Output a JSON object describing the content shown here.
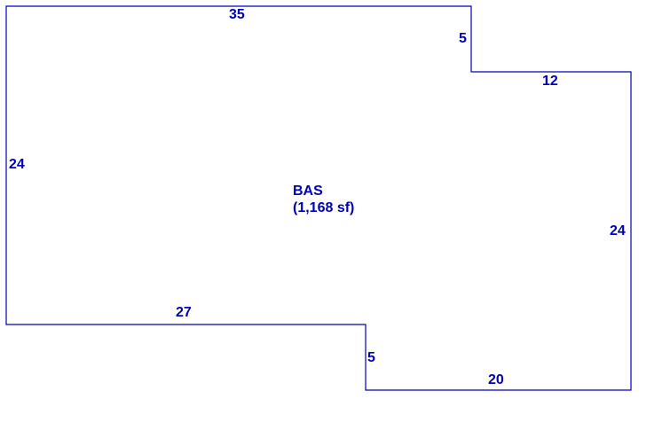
{
  "sketch": {
    "line_color": "#0000b4",
    "text_color": "#0000b4",
    "area": {
      "code": "BAS",
      "size": "(1,168 sf)"
    },
    "dimensions": {
      "top": "35",
      "notch_vertical": "5",
      "notch_horizontal": "12",
      "left": "24",
      "right": "24",
      "bottom_left": "27",
      "step_vertical": "5",
      "bottom_right": "20"
    }
  }
}
